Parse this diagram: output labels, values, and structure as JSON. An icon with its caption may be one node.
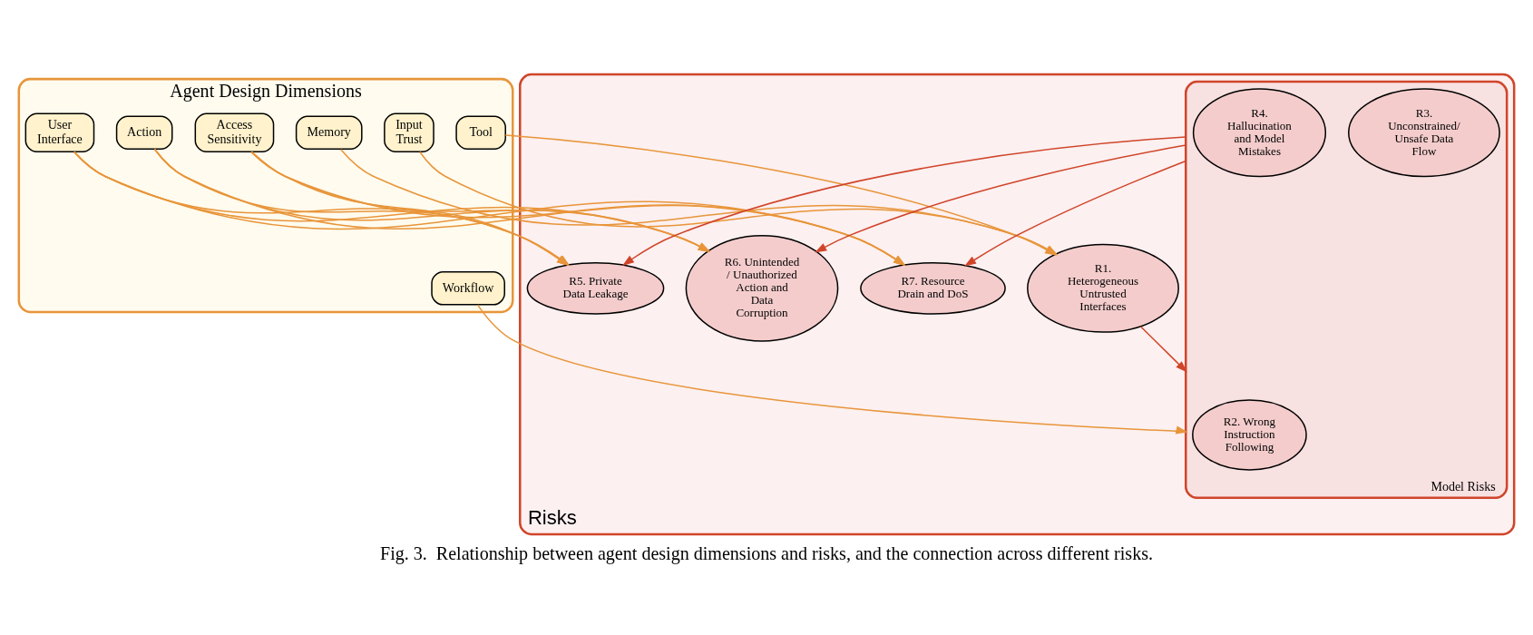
{
  "diagram": {
    "caption": "Fig. 3.  Relationship between agent design dimensions and risks, and the connection across different risks.",
    "nodes": [
      {
        "text": [
          "Agent Design Dimensions"
        ]
      },
      {
        "text": [
          "Input Trust"
        ],
        "in": 0
      },
      {
        "text": [
          "Memory"
        ],
        "in": 0
      },
      {
        "text": [
          "Tool"
        ],
        "in": 0
      },
      {
        "text": [
          "Workflow"
        ],
        "in": 0
      },
      {
        "text": [
          "User Interface"
        ],
        "in": 0
      },
      {
        "text": [
          "Access Sensitivity"
        ],
        "in": 0
      },
      {
        "text": [
          "Action"
        ],
        "in": 0
      },
      {
        "text": [
          "Risks"
        ]
      },
      {
        "text": [
          "R1. Heterogeneous Untrusted Interfaces"
        ],
        "in": 8
      },
      {
        "text": [
          "Model Risks"
        ],
        "in": 8
      },
      {
        "text": [
          "R2. Wrong Instruction Following"
        ],
        "in": 10
      },
      {
        "text": [
          "R3. Unconstrained/ Unsafe Data Flow"
        ],
        "in": 10
      },
      {
        "text": [
          "R4. Hallucination and Model Mistakes"
        ],
        "in": 10
      },
      {
        "text": [
          "R5. Private Data Leakage"
        ],
        "in": 8
      },
      {
        "text": [
          "R6. Unintended / Unauthorized Action and Data Corruption"
        ],
        "in": 8
      },
      {
        "text": [
          "R7. Resource Drain and DoS"
        ],
        "in": 8
      }
    ],
    "edges": [
      {
        "from": 1,
        "to": 9,
        "arrow": "to"
      },
      {
        "from": 2,
        "to": 9,
        "arrow": "to"
      },
      {
        "from": 3,
        "to": 9,
        "arrow": "to"
      },
      {
        "from": 4,
        "to": 10,
        "arrow": "to"
      },
      {
        "from": 5,
        "to": 14,
        "arrow": "to"
      },
      {
        "from": 5,
        "to": 15,
        "arrow": "to"
      },
      {
        "from": 5,
        "to": 16,
        "arrow": "to"
      },
      {
        "from": 6,
        "to": 14,
        "arrow": "to"
      },
      {
        "from": 6,
        "to": 15,
        "arrow": "to"
      },
      {
        "from": 6,
        "to": 16,
        "arrow": "to"
      },
      {
        "from": 7,
        "to": 14,
        "arrow": "to"
      },
      {
        "from": 7,
        "to": 15,
        "arrow": "to"
      },
      {
        "from": 7,
        "to": 16,
        "arrow": "to"
      },
      {
        "from": 9,
        "to": 10,
        "arrow": "to",
        "color": "#d0452a"
      },
      {
        "from": 10,
        "to": 14,
        "arrow": "to",
        "color": "#d0452a"
      },
      {
        "from": 10,
        "to": 15,
        "arrow": "to",
        "color": "#d0452a"
      },
      {
        "from": 10,
        "to": 16,
        "arrow": "to",
        "color": "#d0452a"
      }
    ]
  }
}
